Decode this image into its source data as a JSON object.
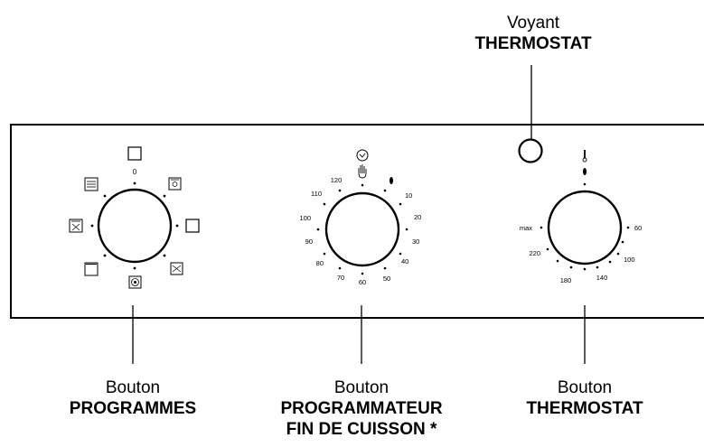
{
  "callouts": {
    "voyant": {
      "line1": "Voyant",
      "line2": "THERMOSTAT"
    },
    "programmes": {
      "line1": "Bouton",
      "line2": "PROGRAMMES"
    },
    "programmateur": {
      "line1": "Bouton",
      "line2": "PROGRAMMATEUR",
      "line3": "FIN DE CUISSON *"
    },
    "thermostat": {
      "line1": "Bouton",
      "line2": "THERMOSTAT"
    }
  },
  "programmes_knob": {
    "zero_label": "0",
    "positions": [
      "off-square-icon",
      "fan-top-heat-icon",
      "grill-square-icon",
      "fan-grill-icon",
      "fan-element-icon",
      "bottom-heat-icon",
      "fan-grill-cross-icon",
      "top-bottom-heat-icon"
    ]
  },
  "timer_knob": {
    "ticks": [
      "10",
      "20",
      "30",
      "40",
      "50",
      "60",
      "70",
      "80",
      "90",
      "100",
      "110",
      "120"
    ],
    "top_icons": [
      "clock-icon",
      "hand-icon",
      "indicator-mark-icon"
    ]
  },
  "thermostat_knob": {
    "ticks": [
      "60",
      "100",
      "140",
      "180",
      "220",
      "max"
    ],
    "top_icons": [
      "thermometer-icon",
      "indicator-mark-icon"
    ]
  }
}
